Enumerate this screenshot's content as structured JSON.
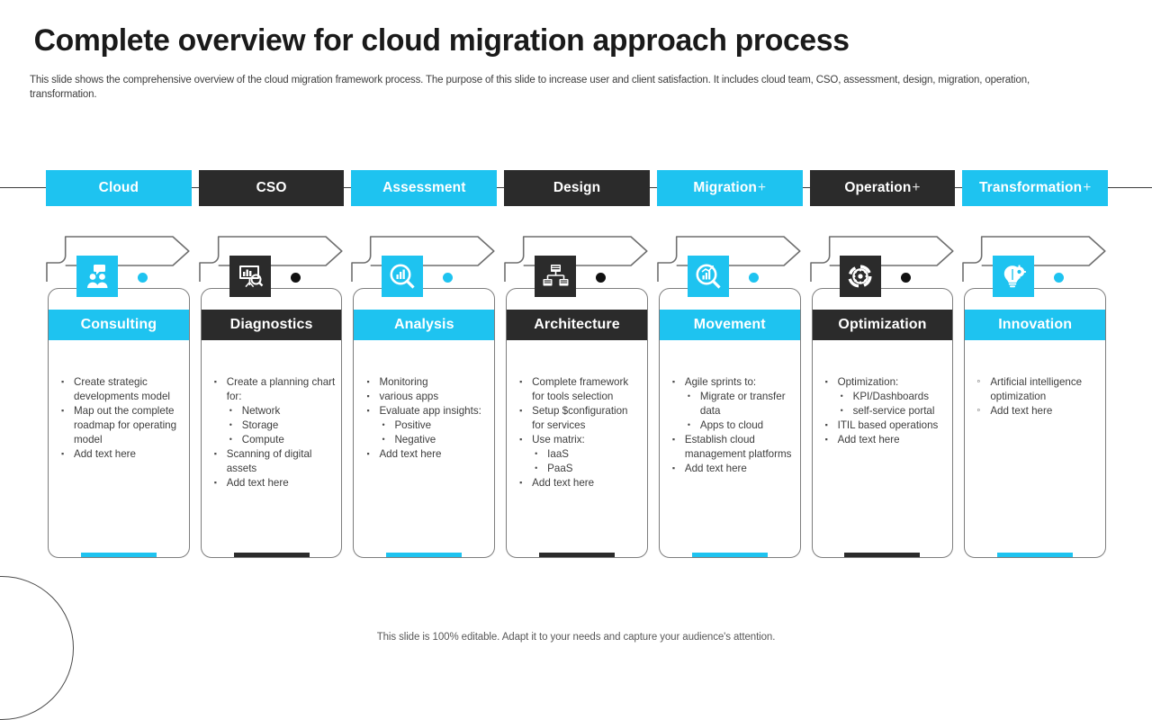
{
  "header": {
    "title": "Complete overview for cloud migration approach process",
    "subtitle": "This slide shows the comprehensive overview of the cloud migration framework process. The purpose of this slide to increase user and client satisfaction. It includes cloud team, CSO, assessment, design, migration, operation, transformation."
  },
  "colors": {
    "accent_cyan": "#1ec3f0",
    "dark": "#2b2b2b",
    "text": "#3d3d3d",
    "title": "#1a1a1a"
  },
  "tabs": [
    {
      "label": "Cloud",
      "plus": "",
      "theme": "cyan"
    },
    {
      "label": "CSO",
      "plus": "",
      "theme": "dark"
    },
    {
      "label": "Assessment",
      "plus": "",
      "theme": "cyan"
    },
    {
      "label": "Design",
      "plus": "",
      "theme": "dark"
    },
    {
      "label": "Migration",
      "plus": "+",
      "theme": "cyan"
    },
    {
      "label": "Operation",
      "plus": "+",
      "theme": "dark"
    },
    {
      "label": "Transformation",
      "plus": "+",
      "theme": "cyan"
    }
  ],
  "columns": [
    {
      "title": "Consulting",
      "theme": "cyan",
      "icon": "people-consulting-icon",
      "items": [
        {
          "text": "Create strategic developments model",
          "sub": []
        },
        {
          "text": "Map out the complete roadmap for operating model",
          "sub": []
        },
        {
          "text": "Add text here",
          "sub": []
        }
      ]
    },
    {
      "title": "Diagnostics",
      "theme": "dark",
      "icon": "presentation-chart-search-icon",
      "items": [
        {
          "text": "Create a planning chart for:",
          "sub": [
            "Network",
            "Storage",
            "Compute"
          ]
        },
        {
          "text": "Scanning of digital assets",
          "sub": []
        },
        {
          "text": "Add text here",
          "sub": []
        }
      ]
    },
    {
      "title": "Analysis",
      "theme": "cyan",
      "icon": "magnifier-bar-chart-icon",
      "items": [
        {
          "text": "Monitoring",
          "sub": []
        },
        {
          "text": "various apps",
          "sub": []
        },
        {
          "text": "Evaluate app insights:",
          "sub": [
            "Positive",
            "Negative"
          ]
        },
        {
          "text": "Add text here",
          "sub": []
        }
      ]
    },
    {
      "title": "Architecture",
      "theme": "dark",
      "icon": "network-hierarchy-icon",
      "items": [
        {
          "text": "Complete framework for tools selection",
          "sub": []
        },
        {
          "text": "Setup $configuration for services",
          "sub": []
        },
        {
          "text": "Use matrix:",
          "sub": [
            "IaaS",
            "PaaS"
          ]
        },
        {
          "text": "Add text here",
          "sub": []
        }
      ]
    },
    {
      "title": "Movement",
      "theme": "cyan",
      "icon": "growth-chart-magnifier-icon",
      "items": [
        {
          "text": "Agile sprints to:",
          "sub": [
            "Migrate or transfer data",
            "Apps to cloud"
          ]
        },
        {
          "text": "Establish cloud management platforms",
          "sub": []
        },
        {
          "text": "Add text here",
          "sub": []
        }
      ]
    },
    {
      "title": "Optimization",
      "theme": "dark",
      "icon": "gear-refresh-icon",
      "items": [
        {
          "text": "Optimization:",
          "sub": [
            "KPI/Dashboards",
            "self-service portal"
          ]
        },
        {
          "text": "ITIL based operations",
          "sub": []
        },
        {
          "text": "Add text here",
          "sub": []
        }
      ]
    },
    {
      "title": "Innovation",
      "theme": "cyan",
      "icon": "lightbulb-gear-icon",
      "bullet_style": "hollow",
      "items": [
        {
          "text": "Artificial intelligence optimization",
          "sub": []
        },
        {
          "text": "Add text here",
          "sub": []
        }
      ]
    }
  ],
  "footer": {
    "note": "This slide is 100% editable. Adapt it to your needs and capture your audience's attention."
  }
}
